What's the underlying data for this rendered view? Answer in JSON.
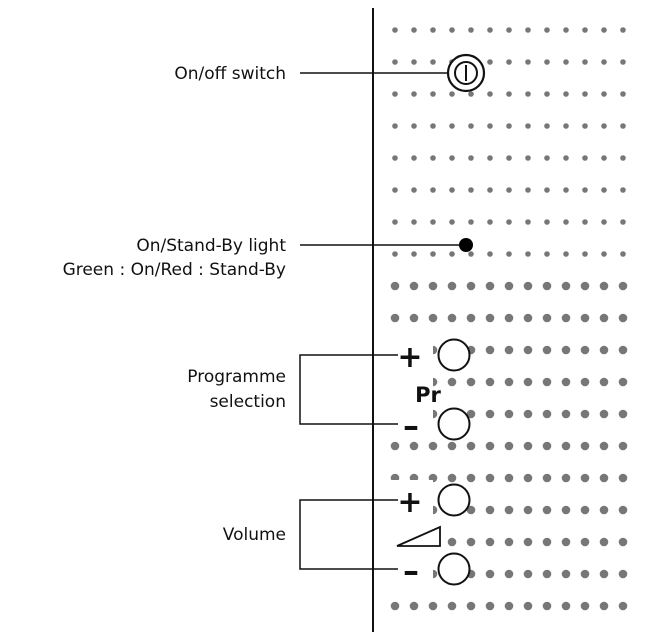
{
  "callouts": {
    "power_switch": "On/off switch",
    "standby_light": "On/Stand-By light",
    "standby_light_note": "Green : On/Red : Stand-By",
    "programme_line1": "Programme",
    "programme_line2": "selection",
    "volume": "Volume"
  },
  "controls": {
    "programme_up": "+",
    "programme_down": "–",
    "programme_symbol": "Pr",
    "volume_up": "+",
    "volume_down": "–"
  },
  "colors": {
    "line": "#111111",
    "grille_dot": "#777777",
    "indicator": "#000000"
  },
  "icons": {
    "power": "power-icon",
    "volume": "volume-ramp-icon"
  }
}
